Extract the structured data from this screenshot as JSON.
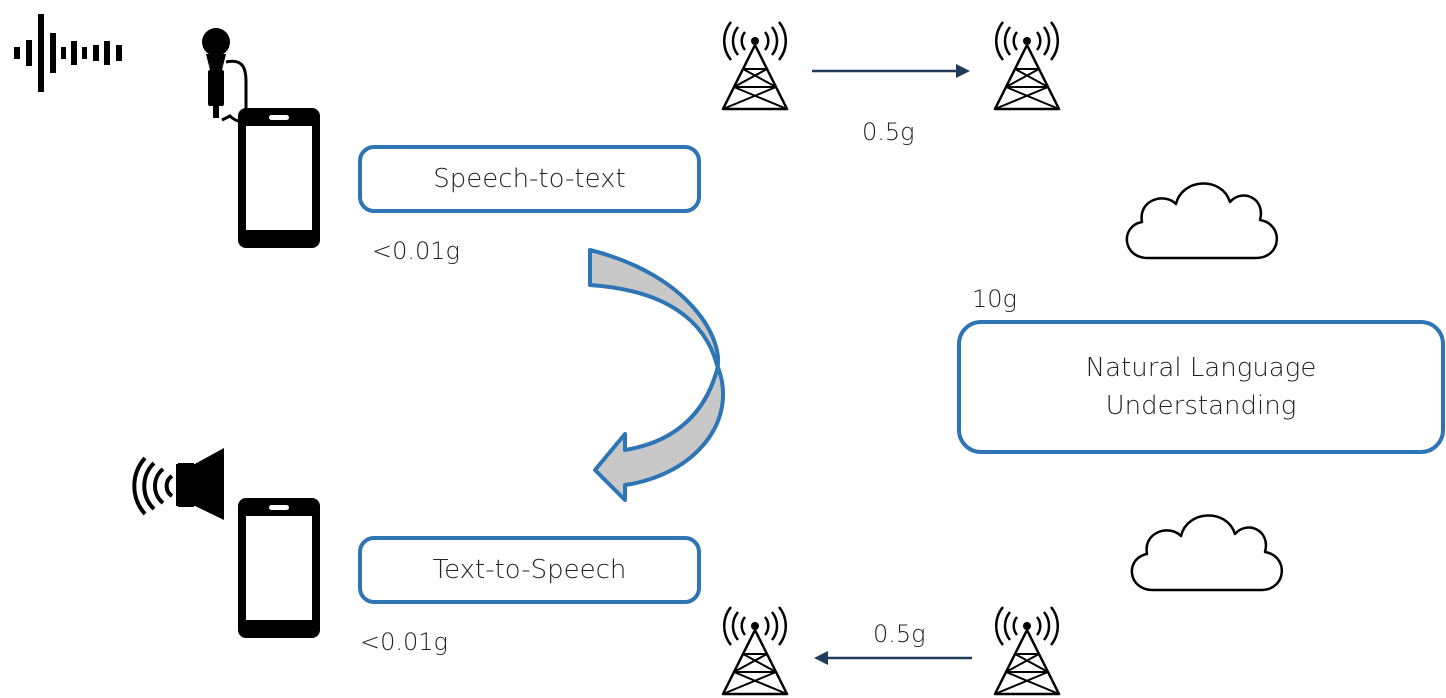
{
  "colors": {
    "accent": "#2e75b6",
    "arrow": "#1f3b57",
    "curved_arrow_fill": "#c8c8c8",
    "icon": "#000000"
  },
  "boxes": {
    "speech_to_text": "Speech-to-text",
    "text_to_speech": "Text-to-Speech",
    "nlu_line1": "Natural Language",
    "nlu_line2": "Understanding"
  },
  "labels": {
    "stt_weight": "<0.01g",
    "tts_weight": "<0.01g",
    "uplink_weight": "0.5g",
    "downlink_weight": "0.5g",
    "nlu_weight": "10g"
  },
  "icons": [
    "sound-wave-icon",
    "microphone-icon",
    "smartphone-icon",
    "speaker-icon",
    "radio-tower-icon",
    "cloud-icon",
    "curved-arrow-icon",
    "arrow-right-icon",
    "arrow-left-icon"
  ]
}
